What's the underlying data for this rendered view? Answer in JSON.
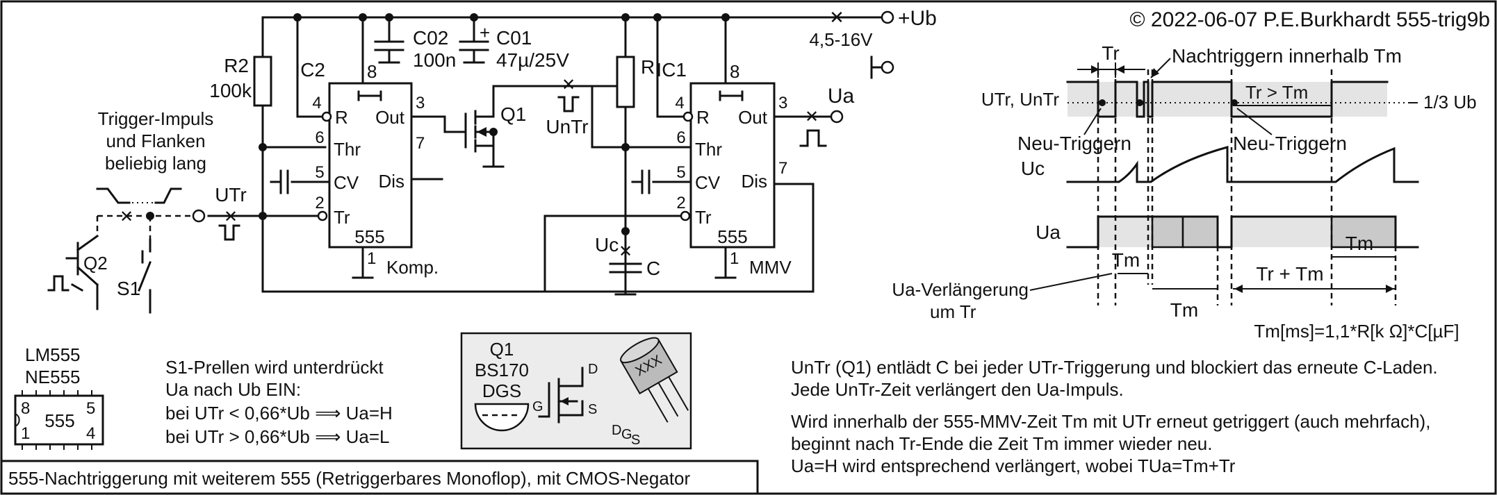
{
  "copyright": "© 2022-06-07 P.E.Burkhardt 555-trig9b",
  "supply": {
    "label": "+Ub",
    "range": "4,5-16V"
  },
  "components": {
    "r2_name": "R2",
    "r2_value": "100k",
    "c02_name": "C02",
    "c02_value": "100n",
    "c01_name": "C01",
    "c01_value": "47µ/25V",
    "r_name": "R",
    "c_name": "C",
    "q1": "Q1",
    "q2": "Q2",
    "s1": "S1"
  },
  "ic2": {
    "name": "IC2",
    "type": "555",
    "role": "Komp.",
    "pins": {
      "vcc": "8",
      "r": "4",
      "thr": "6",
      "cv": "5",
      "tr": "2",
      "out": "3",
      "dis": "7",
      "gnd": "1"
    },
    "labels": {
      "r": "R",
      "thr": "Thr",
      "cv": "CV",
      "tr": "Tr",
      "out": "Out",
      "dis": "Dis"
    }
  },
  "ic1": {
    "name": "IC1",
    "type": "555",
    "role": "MMV",
    "pins": {
      "vcc": "8",
      "r": "4",
      "thr": "6",
      "cv": "5",
      "tr": "2",
      "out": "3",
      "dis": "7",
      "gnd": "1"
    },
    "labels": {
      "r": "R",
      "thr": "Thr",
      "cv": "CV",
      "tr": "Tr",
      "out": "Out",
      "dis": "Dis"
    }
  },
  "signals": {
    "utr": "UTr",
    "untr": "UnTr",
    "uc": "Uc",
    "ua": "Ua"
  },
  "trigger_note": [
    "Trigger-Impuls",
    "und Flanken",
    "beliebig lang"
  ],
  "timing": {
    "tr": "Tr",
    "retrigger_note": "Nachtriggern innerhalb Tm",
    "row1_label": "UTr, UnTr",
    "tr_gt_tm": "Tr > Tm",
    "threshold": "1/3 Ub",
    "neu_triggern_left": "Neu-Triggern",
    "neu_triggern_right": "Neu-Triggern",
    "row2_label": "Uc",
    "row3_label": "Ua",
    "tm": "Tm",
    "tr_plus_tm": "Tr + Tm",
    "extension_note": [
      "Ua-Verlängerung",
      "um Tr"
    ],
    "formula": "Tm[ms]=1,1*R[k Ω]*C[µF]"
  },
  "ic_package": {
    "line1": "LM555",
    "line2": "NE555",
    "center": "555",
    "p8": "8",
    "p5": "5",
    "p1": "1",
    "p4": "4"
  },
  "s1_notes": [
    "S1-Prellen wird unterdrückt",
    "Ua nach Ub EIN:",
    "bei UTr < 0,66*Ub ⟹  Ua=H",
    "bei UTr > 0,66*Ub ⟹  Ua=L"
  ],
  "q1_box": {
    "name": "Q1",
    "type": "BS170",
    "pins": "DGS",
    "d": "D",
    "g": "G",
    "s": "S",
    "marking": "XXX",
    "leg_d": "D",
    "leg_g": "G",
    "leg_s": "S"
  },
  "description": [
    "UnTr (Q1) entlädt C bei jeder UTr-Triggerung und blockiert das erneute C-Laden.",
    "Jede UnTr-Zeit verlängert den Ua-Impuls.",
    "Wird innerhalb der 555-MMV-Zeit Tm mit UTr erneut getriggert (auch mehrfach),",
    "beginnt nach Tr-Ende die Zeit Tm immer wieder neu.",
    "Ua=H wird entsprechend verlängert, wobei TUa=Tm+Tr"
  ],
  "caption": "555-Nachtriggerung mit weiterem 555 (Retriggerbares Monoflop), mit CMOS-Negator"
}
